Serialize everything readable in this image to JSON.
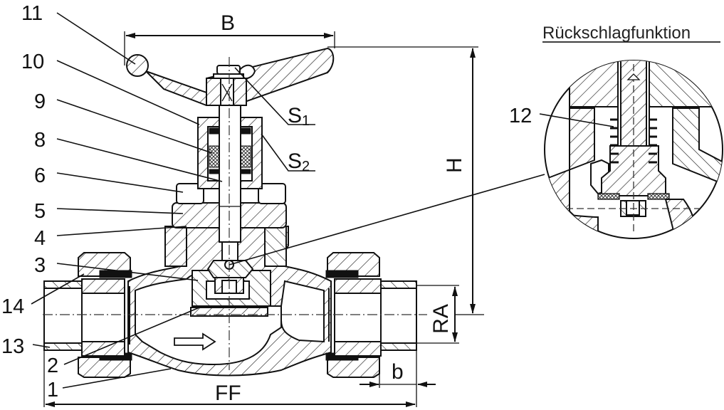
{
  "title": "Rückschlagfunktion",
  "part_labels": {
    "p11": "11",
    "p10": "10",
    "p9": "9",
    "p8": "8",
    "p6": "6",
    "p5": "5",
    "p4": "4",
    "p3": "3",
    "p14": "14",
    "p13": "13",
    "p2": "2",
    "p1": "1",
    "p12": "12"
  },
  "callouts": {
    "s1_letter": "S",
    "s1_sub": "1",
    "s2_letter": "S",
    "s2_sub": "2"
  },
  "dimensions": {
    "B": "B",
    "H": "H",
    "RA": "RA",
    "FF": "FF",
    "b": "b"
  },
  "colors": {
    "line": "#111111",
    "background": "#ffffff"
  }
}
